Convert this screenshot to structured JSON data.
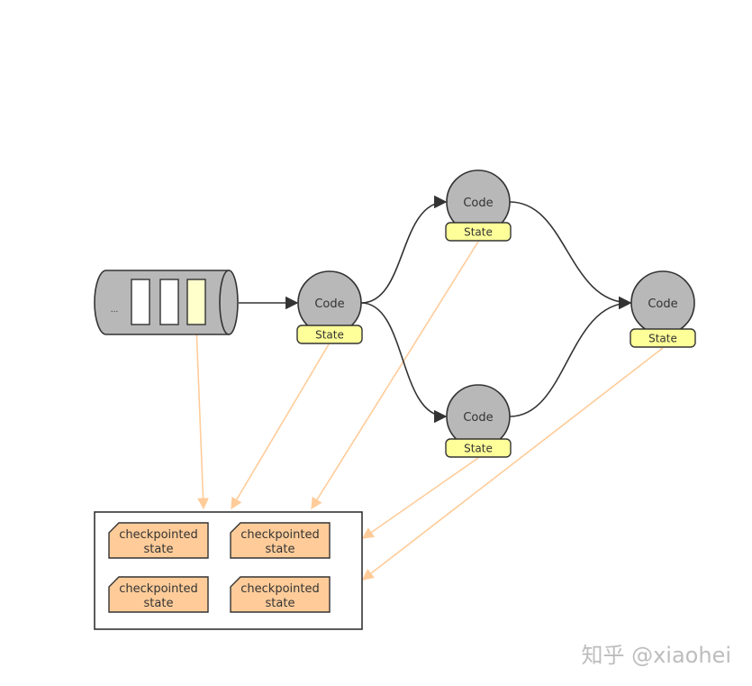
{
  "source": {
    "ellipsis": "..."
  },
  "operators": [
    {
      "code_label": "Code",
      "state_label": "State"
    },
    {
      "code_label": "Code",
      "state_label": "State"
    },
    {
      "code_label": "Code",
      "state_label": "State"
    },
    {
      "code_label": "Code",
      "state_label": "State"
    }
  ],
  "checkpoint_store": {
    "items": [
      {
        "line1": "checkpointed",
        "line2": "state"
      },
      {
        "line1": "checkpointed",
        "line2": "state"
      },
      {
        "line1": "checkpointed",
        "line2": "state"
      },
      {
        "line1": "checkpointed",
        "line2": "state"
      }
    ]
  },
  "watermark": "知乎 @xiaohei",
  "colors": {
    "node_fill": "#b8b8b8",
    "state_fill": "#ffff99",
    "highlight_fill": "#ffffcc",
    "checkpoint_fill": "#ffcc99",
    "checkpoint_arrow": "#ffcc99",
    "stroke": "#333333"
  }
}
